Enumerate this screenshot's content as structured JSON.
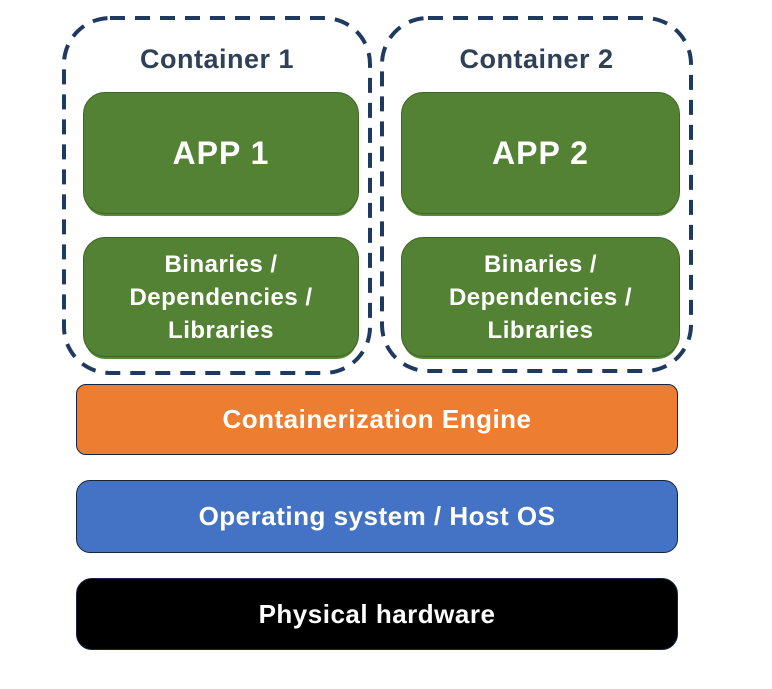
{
  "containers": [
    {
      "title": "Container 1",
      "app_label": "APP 1",
      "deps_lines": [
        "Binaries /",
        "Dependencies /",
        "Libraries"
      ]
    },
    {
      "title": "Container 2",
      "app_label": "APP 2",
      "deps_lines": [
        "Binaries /",
        "Dependencies /",
        "Libraries"
      ]
    }
  ],
  "layers": [
    {
      "label": "Containerization Engine",
      "color": "#ED7D31"
    },
    {
      "label": "Operating system / Host OS",
      "color": "#4472C4"
    },
    {
      "label": "Physical hardware",
      "color": "#000000"
    }
  ],
  "colors": {
    "app_box_green": "#548235",
    "container_border_navy": "#1F3A60",
    "container_title_text": "#2E4156",
    "box_text_white": "#FFFFFF",
    "background": "#FFFFFF"
  }
}
